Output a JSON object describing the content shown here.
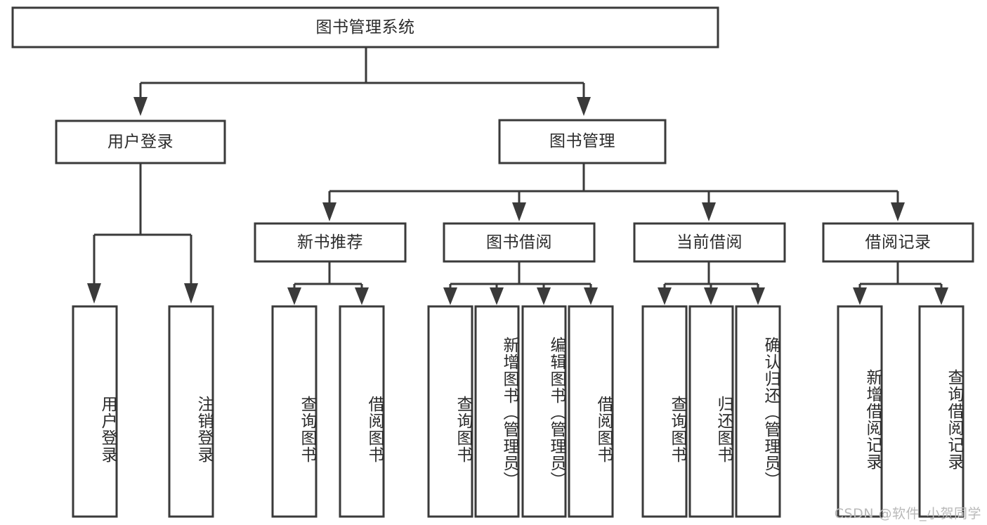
{
  "diagram": {
    "type": "tree-hierarchy",
    "title": "图书管理系统",
    "watermark": "CSDN @软件_小贺同学",
    "colors": {
      "stroke": "#3a3a3a",
      "fill": "#ffffff",
      "text": "#2b2b2b",
      "watermark": "#b9b9b9",
      "background": "#ffffff"
    },
    "levels": {
      "root": "图书管理系统",
      "level2": [
        "用户登录",
        "图书管理"
      ],
      "level3": [
        "新书推荐",
        "图书借阅",
        "当前借阅",
        "借阅记录"
      ]
    },
    "nodes": {
      "root": {
        "label": "图书管理系统",
        "orientation": "horizontal"
      },
      "user_login": {
        "label": "用户登录",
        "orientation": "horizontal"
      },
      "book_manage": {
        "label": "图书管理",
        "orientation": "horizontal"
      },
      "new_book_rec": {
        "label": "新书推荐",
        "orientation": "horizontal"
      },
      "book_borrow": {
        "label": "图书借阅",
        "orientation": "horizontal"
      },
      "current_borrow": {
        "label": "当前借阅",
        "orientation": "horizontal"
      },
      "borrow_record": {
        "label": "借阅记录",
        "orientation": "horizontal"
      },
      "leaf_user_login": {
        "label": "用户登录",
        "orientation": "vertical"
      },
      "leaf_logout": {
        "label": "注销登录",
        "orientation": "vertical"
      },
      "leaf_rec_query": {
        "label": "查询图书",
        "orientation": "vertical"
      },
      "leaf_rec_borrow": {
        "label": "借阅图书",
        "orientation": "vertical"
      },
      "leaf_bb_query": {
        "label": "查询图书",
        "orientation": "vertical"
      },
      "leaf_bb_add": {
        "label": "新增图书（管理员）",
        "orientation": "vertical"
      },
      "leaf_bb_edit": {
        "label": "编辑图书（管理员）",
        "orientation": "vertical"
      },
      "leaf_bb_borrow": {
        "label": "借阅图书",
        "orientation": "vertical"
      },
      "leaf_cb_query": {
        "label": "查询图书",
        "orientation": "vertical"
      },
      "leaf_cb_return": {
        "label": "归还图书",
        "orientation": "vertical"
      },
      "leaf_cb_confirm": {
        "label": "确认归还（管理员）",
        "orientation": "vertical"
      },
      "leaf_br_add": {
        "label": "新增借阅记录",
        "orientation": "vertical"
      },
      "leaf_br_query": {
        "label": "查询借阅记录",
        "orientation": "vertical"
      }
    },
    "edges": [
      {
        "from": "root",
        "to": "user_login"
      },
      {
        "from": "root",
        "to": "book_manage"
      },
      {
        "from": "user_login",
        "to": "leaf_user_login"
      },
      {
        "from": "user_login",
        "to": "leaf_logout"
      },
      {
        "from": "book_manage",
        "to": "new_book_rec"
      },
      {
        "from": "book_manage",
        "to": "book_borrow"
      },
      {
        "from": "book_manage",
        "to": "current_borrow"
      },
      {
        "from": "book_manage",
        "to": "borrow_record"
      },
      {
        "from": "new_book_rec",
        "to": "leaf_rec_query"
      },
      {
        "from": "new_book_rec",
        "to": "leaf_rec_borrow"
      },
      {
        "from": "book_borrow",
        "to": "leaf_bb_query"
      },
      {
        "from": "book_borrow",
        "to": "leaf_bb_add"
      },
      {
        "from": "book_borrow",
        "to": "leaf_bb_edit"
      },
      {
        "from": "book_borrow",
        "to": "leaf_bb_borrow"
      },
      {
        "from": "current_borrow",
        "to": "leaf_cb_query"
      },
      {
        "from": "current_borrow",
        "to": "leaf_cb_return"
      },
      {
        "from": "current_borrow",
        "to": "leaf_cb_confirm"
      },
      {
        "from": "borrow_record",
        "to": "leaf_br_add"
      },
      {
        "from": "borrow_record",
        "to": "leaf_br_query"
      }
    ]
  }
}
